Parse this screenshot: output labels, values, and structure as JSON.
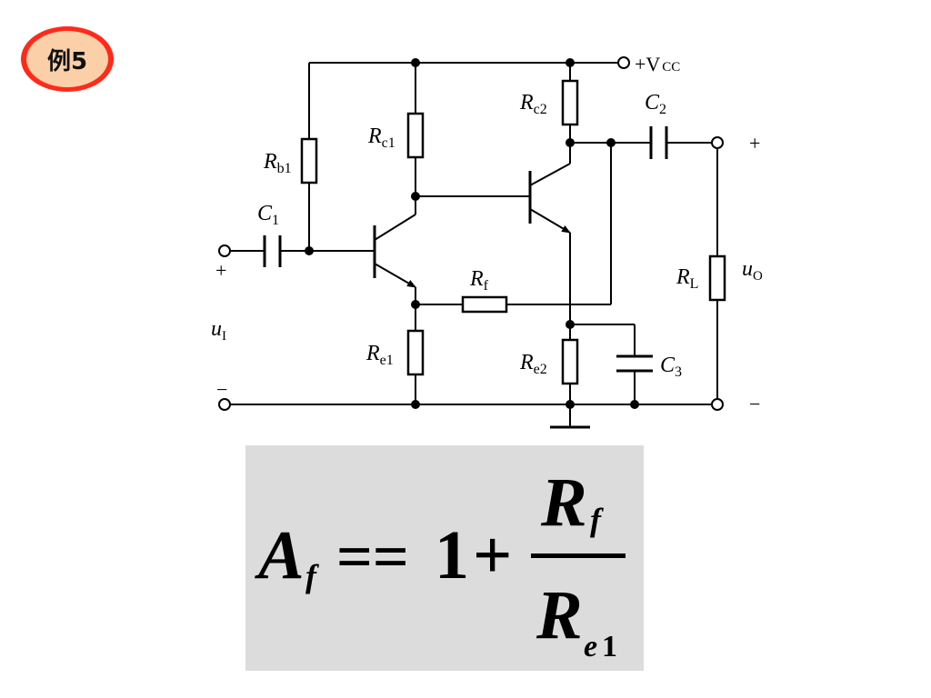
{
  "badge": {
    "label": "例5"
  },
  "circuit": {
    "supply": "+V",
    "supply_sub": "CC",
    "components": {
      "rb1": {
        "main": "R",
        "sub": "b1"
      },
      "rc1": {
        "main": "R",
        "sub": "c1"
      },
      "rc2": {
        "main": "R",
        "sub": "c2"
      },
      "c1": {
        "main": "C",
        "sub": "1"
      },
      "c2": {
        "main": "C",
        "sub": "2"
      },
      "c3": {
        "main": "C",
        "sub": "3"
      },
      "rf": {
        "main": "R",
        "sub": "f"
      },
      "re1": {
        "main": "R",
        "sub": "e1"
      },
      "re2": {
        "main": "R",
        "sub": "e2"
      },
      "rl": {
        "main": "R",
        "sub": "L"
      }
    },
    "input": {
      "main": "u",
      "sub": "I",
      "plus": "+",
      "minus": "−"
    },
    "output": {
      "main": "u",
      "sub": "O",
      "plus": "+",
      "minus": "−"
    }
  },
  "formula": {
    "lhs_main": "A",
    "lhs_sub": "f",
    "equals": "==",
    "one": "1",
    "plus": "+",
    "num_main": "R",
    "num_sub": "f",
    "den_main": "R",
    "den_sub_e": "e",
    "den_sub_1": "1"
  }
}
